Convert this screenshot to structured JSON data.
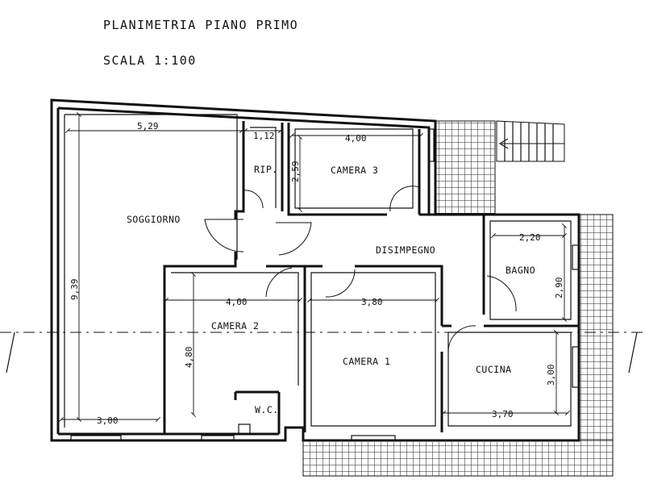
{
  "header": {
    "title": "PLANIMETRIA PIANO PRIMO",
    "scale": "SCALA 1:100"
  },
  "rooms": {
    "soggiorno": "SOGGIORNO",
    "rip": "RIP.",
    "camera3": "CAMERA 3",
    "disimpegno": "DISIMPEGNO",
    "bagno": "BAGNO",
    "camera2": "CAMERA 2",
    "camera1": "CAMERA 1",
    "cucina": "CUCINA",
    "wc": "W.C."
  },
  "dimensions": {
    "soggiorno_width": "5,29",
    "rip_width": "1,12",
    "camera3_width": "4,00",
    "camera3_depth": "2,59",
    "soggiorno_depth": "9,39",
    "bagno_width": "2,20",
    "bagno_depth": "2,90",
    "camera2_width": "4,00",
    "camera2_depth": "4,80",
    "camera1_width": "3,80",
    "soggiorno_bottom_width": "3,00",
    "cucina_depth": "3,00",
    "cucina_width": "3,70"
  },
  "colors": {
    "line": "#111111",
    "paper": "#ffffff"
  }
}
